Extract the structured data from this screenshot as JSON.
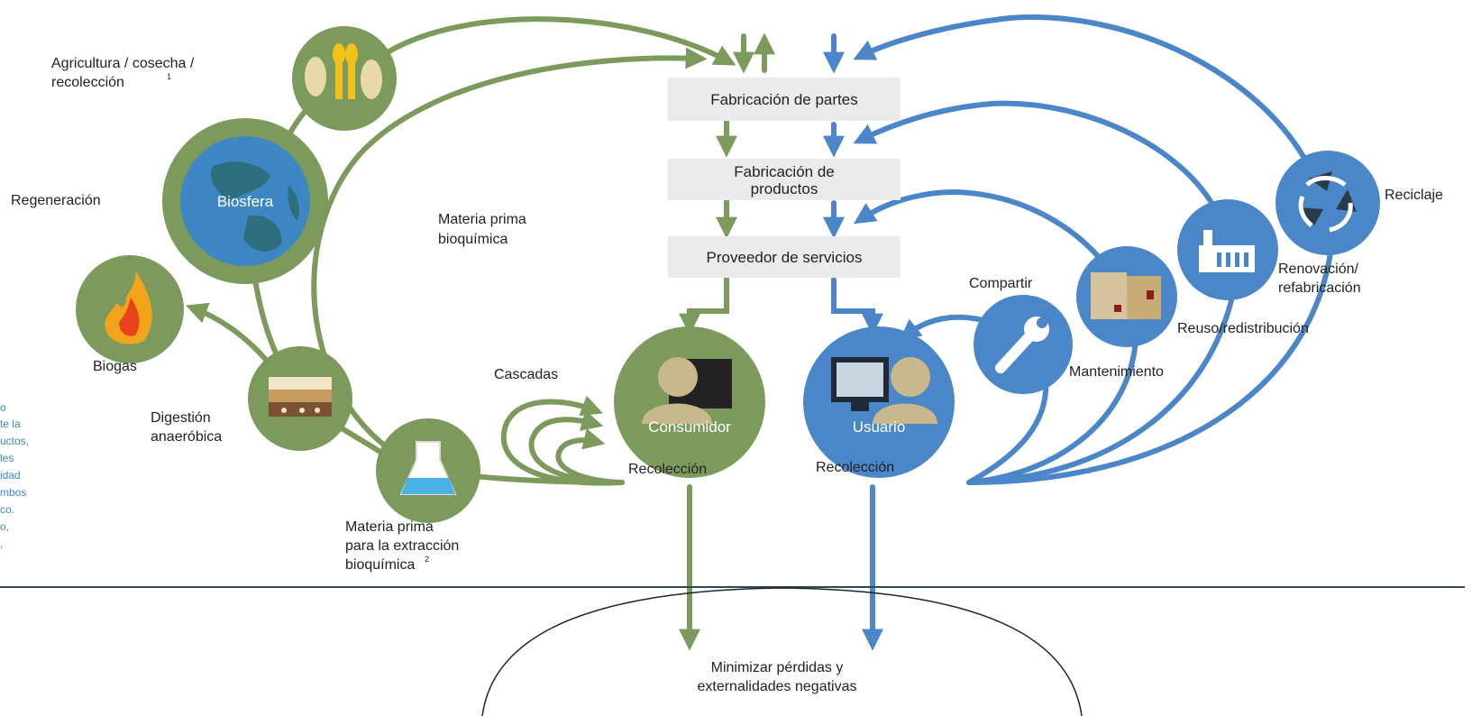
{
  "colors": {
    "green": "#7b9a5c",
    "blue": "#4a86c8",
    "box": "#ebebeb",
    "biosphere": "#3d87c4",
    "line": "#2f4858"
  },
  "boxes": {
    "parts": "Fabricación de partes",
    "products_line1": "Fabricación de",
    "products_line2": "productos",
    "services": "Proveedor de servicios"
  },
  "left": {
    "agriculture_line1": "Agricultura / cosecha /",
    "agriculture_line2": "recolección",
    "agriculture_note": "1",
    "regeneration": "Regeneración",
    "biosphere": "Biosfera",
    "biogas": "Biogas",
    "digestion_line1": "Digestión",
    "digestion_line2": "anaeróbica",
    "feedstock_line1": "Materia prima",
    "feedstock_line2": "para la extracción",
    "feedstock_line3": "bioquímica",
    "feedstock_note": "2",
    "biochem_line1": "Materia prima",
    "biochem_line2": "bioquímica",
    "cascades": "Cascadas",
    "consumer": "Consumidor",
    "collection": "Recolección"
  },
  "right": {
    "user": "Usuario",
    "collection": "Recolección",
    "maintenance": "Mantenimiento",
    "sharing": "Compartir",
    "reuse": "Reuso/redistribución",
    "renewal_line1": "Renovación/",
    "renewal_line2": "refabricación",
    "recycling": "Reciclaje"
  },
  "bottom": {
    "line1": "Minimizar pérdidas y",
    "line2": "externalidades negativas"
  },
  "side_fragments": [
    "o",
    "te la",
    "uctos,",
    "les",
    "idad",
    "mbos",
    "co.",
    "o,",
    ","
  ],
  "icons": {
    "agriculture": "wheat-fish-icon",
    "biosphere": "globe-icon",
    "biogas": "flame-icon",
    "digestion": "soil-layers-icon",
    "feedstock": "flask-icon",
    "consumer": "person-icon",
    "user": "person-computer-icon",
    "maintenance": "wrench-icon",
    "sharing": "boxes-icon",
    "renewal": "factory-icon",
    "recycling": "recycle-icon"
  }
}
